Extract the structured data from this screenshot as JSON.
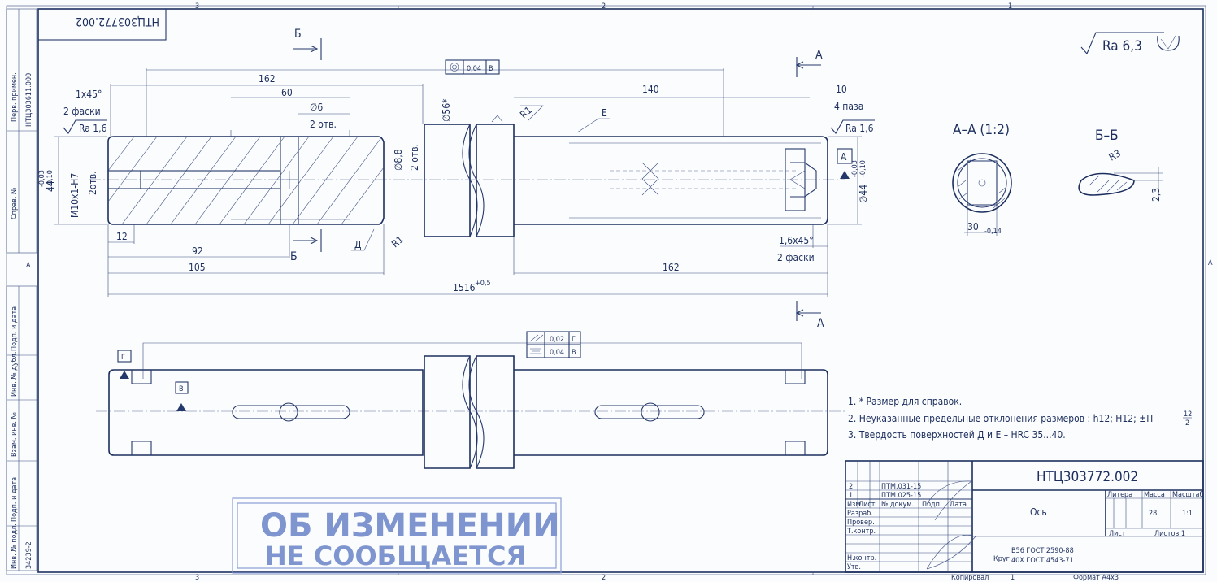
{
  "drawing_number": "НТЦ303772.002",
  "drawing_number_rotated": "НТЦ303772.002",
  "part_name": "Ось",
  "material_line1": "В56 ГОСТ 2590-88",
  "material_line2": "40Х ГОСТ 4543-71",
  "material_prefix": "Круг",
  "roughness_general": "Ra 6,3",
  "roughness_1": "Ra 1,6",
  "roughness_2": "Ra 1,6",
  "zone_labels": [
    "3",
    "2",
    "1",
    "A"
  ],
  "side_column": {
    "first_use_label": "Перв. примен.",
    "first_use_value": "НТЦ303611.000",
    "ref_label": "Справ. №",
    "sign_date_1": "Подп. и дата",
    "dup_no": "Инв. № дубл.",
    "repl_inv": "Взам. инв. №",
    "sign_date_2": "Подп. и дата",
    "orig_inv": "Инв. № подл.",
    "orig_inv_value": "34239-2"
  },
  "dimensions": {
    "d162_top": "162",
    "d60": "60",
    "d140": "140",
    "d10": "10",
    "slots4": "4 паза",
    "chamfer1": "1х45°",
    "chamfer1_note": "2 фаски",
    "hole6": "∅6",
    "hole6_note": "2 отв.",
    "thread": "М10х1-Н7",
    "thread_note": "2отв.",
    "d44_left": "44",
    "d44_left_tol": "-0,03\n-0,10",
    "hole88": "∅8,8",
    "hole88_note": "2 отв.",
    "d56": "∅56*",
    "r1a": "R1",
    "r1b": "R1",
    "letter_e": "Е",
    "letter_d": "Д",
    "d12": "12",
    "d92": "92",
    "d105": "105",
    "d162_bot": "162",
    "d1516": "1516",
    "d1516_tol": "+0,5",
    "chamfer2": "1,6х45°",
    "chamfer2_note": "2 фаски",
    "d44_right": "∅44",
    "d44_right_tol": "-0,03\n-0,10",
    "datum_a": "А",
    "section_b_top": "Б",
    "section_b_bot": "Б",
    "section_a_top": "А",
    "section_a_bot": "А",
    "tol_concentric": "0,04",
    "tol_concentric_ref": "В",
    "tol_parallel": "0,02",
    "tol_parallel_ref": "Г",
    "tol_symmetry": "0,04",
    "tol_symmetry_ref": "В",
    "datum_g": "Г",
    "datum_v": "В"
  },
  "sections": {
    "aa_title": "А–А (1:2)",
    "aa_dim": "30",
    "aa_dim_tol": "-0,14",
    "bb_title": "Б–Б",
    "bb_r": "R3",
    "bb_dim": "2,3"
  },
  "notes": [
    "1. * Размер  для справок.",
    "2. Неуказанные предельные отклонения размеров : h12; H12; ±IT",
    "3. Твердость поверхностей Д и Е – HRC 35...40."
  ],
  "notes_fraction_num": "12",
  "notes_fraction_den": "2",
  "title_block": {
    "rev_rows": [
      {
        "no": "2",
        "doc": "ПТМ.031-15"
      },
      {
        "no": "1",
        "doc": "ПТМ.025-15"
      }
    ],
    "hdr_izm": "Изм",
    "hdr_list": "Лист",
    "hdr_docno": "№ докум.",
    "hdr_sign": "Подп.",
    "hdr_date": "Дата",
    "row_develop": "Разраб.",
    "row_check": "Провер.",
    "row_tcontrol": "Т.контр.",
    "row_ncontrol": "Н.контр.",
    "row_approve": "Утв.",
    "col_litera": "Литера",
    "col_mass": "Масса",
    "col_scale": "Масштаб",
    "mass_value": "28",
    "scale_value": "1:1",
    "sheet_label": "Лист",
    "sheets_label": "Листов 1",
    "copied_label": "Копировал",
    "copied_value": "1",
    "format_label": "Формат А4х3"
  },
  "stamp": {
    "line1": "ОБ ИЗМЕНЕНИИ",
    "line2": "НЕ СООБЩАЕТСЯ"
  }
}
